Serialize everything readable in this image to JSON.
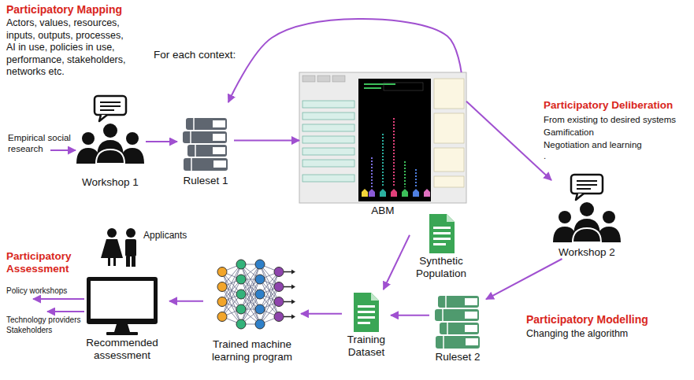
{
  "diagram": {
    "nodes": [
      {
        "text": [
          "Workshop 1"
        ]
      },
      {
        "text": [
          "Ruleset 1"
        ]
      },
      {
        "text": [
          "ABM"
        ]
      },
      {
        "text": [
          "Workshop 2"
        ]
      },
      {
        "text": [
          "Ruleset 2"
        ]
      },
      {
        "text": [
          "Synthetic Population"
        ]
      },
      {
        "text": [
          "Training Dataset"
        ]
      },
      {
        "text": [
          "Trained machine learning program"
        ]
      },
      {
        "text": [
          "Recommended assessment"
        ]
      }
    ],
    "edges": [
      {
        "from": 0,
        "to": 1,
        "arrow": "to"
      },
      {
        "from": 1,
        "to": 2,
        "arrow": "to"
      },
      {
        "from": 2,
        "to": 1,
        "arrow": "to"
      },
      {
        "from": 2,
        "to": 3,
        "arrow": "to"
      },
      {
        "from": 3,
        "to": 4,
        "arrow": "to"
      },
      {
        "from": 4,
        "to": 6,
        "arrow": "to"
      },
      {
        "from": 5,
        "to": 6,
        "arrow": "to"
      },
      {
        "from": 6,
        "to": 7,
        "arrow": "to"
      },
      {
        "from": 7,
        "to": 8,
        "arrow": "to"
      }
    ],
    "labels": [
      "Participatory Mapping",
      "Actors, values, resources, inputs, outputs, processes, AI in use, policies in use, performance, stakeholders, networks etc.",
      "Empirical social research",
      "For each context:",
      "Participatory Deliberation",
      "From existing to desired systems",
      "Gamification",
      "Negotiation and learning",
      ".",
      "Participatory Modelling",
      "Changing the algorithm",
      "Participatory Assessment",
      "Applicants",
      "Policy workshops",
      "Technology providers",
      "Stakeholders"
    ]
  }
}
